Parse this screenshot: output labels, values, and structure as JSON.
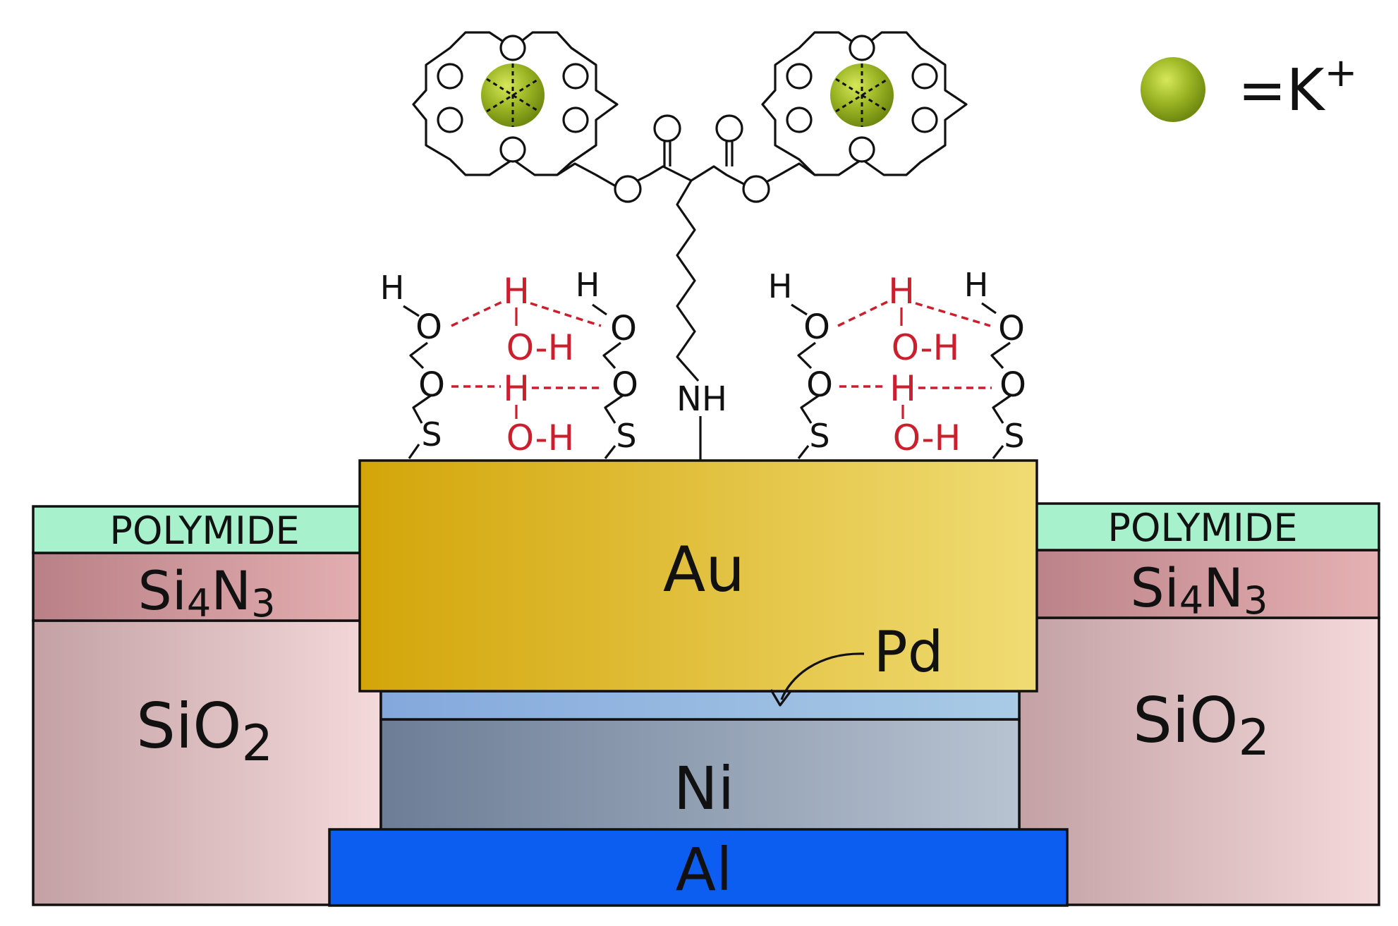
{
  "legend": {
    "label": "=K",
    "superscript": "+"
  },
  "layers": {
    "polymide_left": "POLYMIDE",
    "polymide_right": "POLYMIDE",
    "si4n3": {
      "base": "Si",
      "sub1": "4",
      "mid": "N",
      "sub2": "3"
    },
    "sio2": {
      "base": "SiO",
      "sub": "2"
    },
    "au": "Au",
    "pd": "Pd",
    "ni": "Ni",
    "al": "Al"
  },
  "molecules": {
    "atom_o": "O",
    "atom_h": "H",
    "atom_s": "S",
    "amine": "NH",
    "water_oh": "O-H"
  },
  "colors": {
    "potassium": "#8fa81a",
    "polymide": "#a7f2cd",
    "si4n3": "#c48a8e",
    "sio2_dark": "#c6a6a8",
    "sio2_light": "#f3d6d8",
    "gold_dark": "#d4a80c",
    "gold_light": "#efda70",
    "pd": "#8fb3e0",
    "ni_dark": "#6e7f98",
    "ni_light": "#b6c1cf",
    "al": "#0d5ff0",
    "hbond": "#cc1f2e"
  }
}
